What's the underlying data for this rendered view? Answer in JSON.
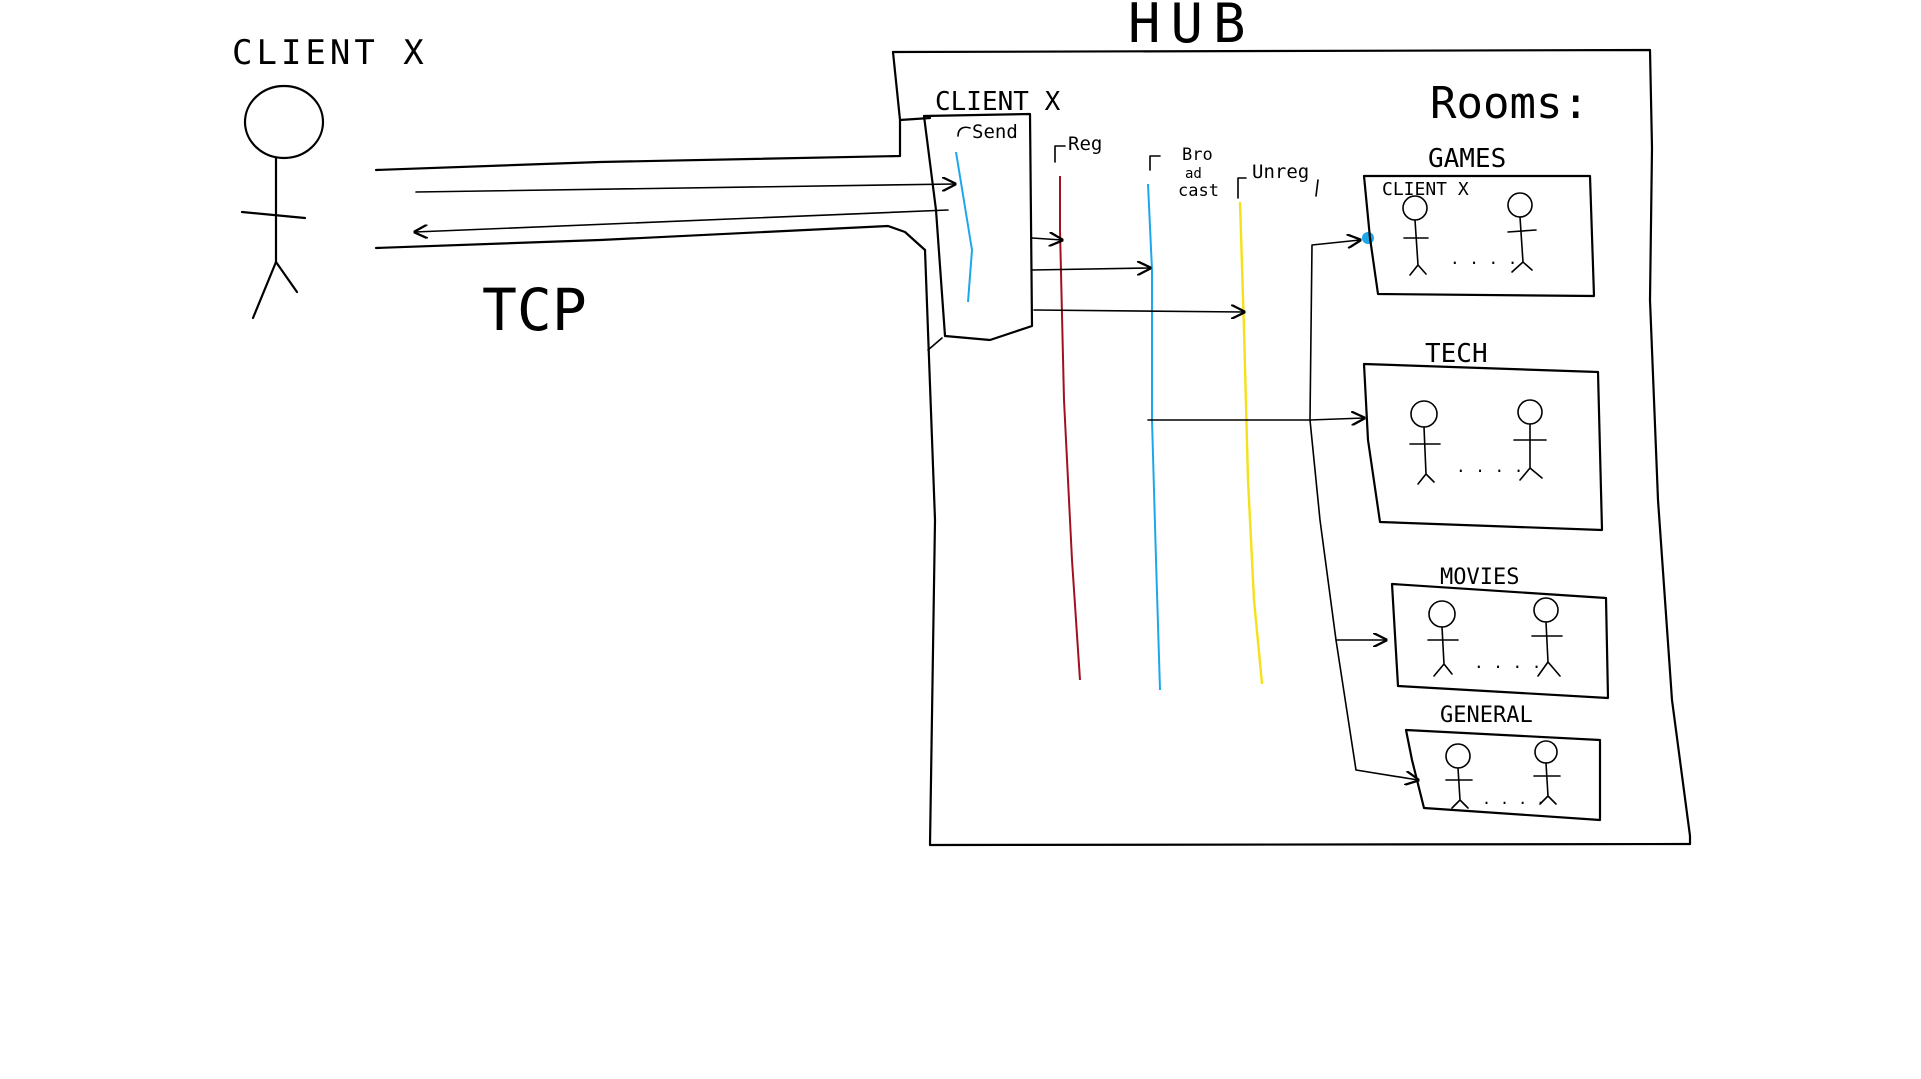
{
  "diagram": {
    "external_client_label": "CLIENT X",
    "link_label": "TCP",
    "hub_title": "HUB",
    "inner_client_label": "CLIENT X",
    "thread_labels": {
      "send": "Send",
      "reg": "Reg",
      "broadcast_line1": "Bro",
      "broadcast_line2": "ad",
      "broadcast_line3": "cast",
      "unreg": "Unreg"
    },
    "rooms_title": "Rooms:",
    "rooms": [
      {
        "name": "GAMES",
        "member_label": "CLIENT X",
        "ellipsis": ". . . ."
      },
      {
        "name": "TECH",
        "member_label": "",
        "ellipsis": ". . . ."
      },
      {
        "name": "MOVIES",
        "member_label": "",
        "ellipsis": ". . . ."
      },
      {
        "name": "GENERAL",
        "member_label": "",
        "ellipsis": ". . . ."
      }
    ],
    "colors": {
      "ink": "#000000",
      "send_line": "#1ea7e8",
      "reg_line": "#a01020",
      "broadcast_line": "#1ea7e8",
      "unreg_line": "#f5e11a",
      "dot": "#1ea7e8"
    }
  }
}
